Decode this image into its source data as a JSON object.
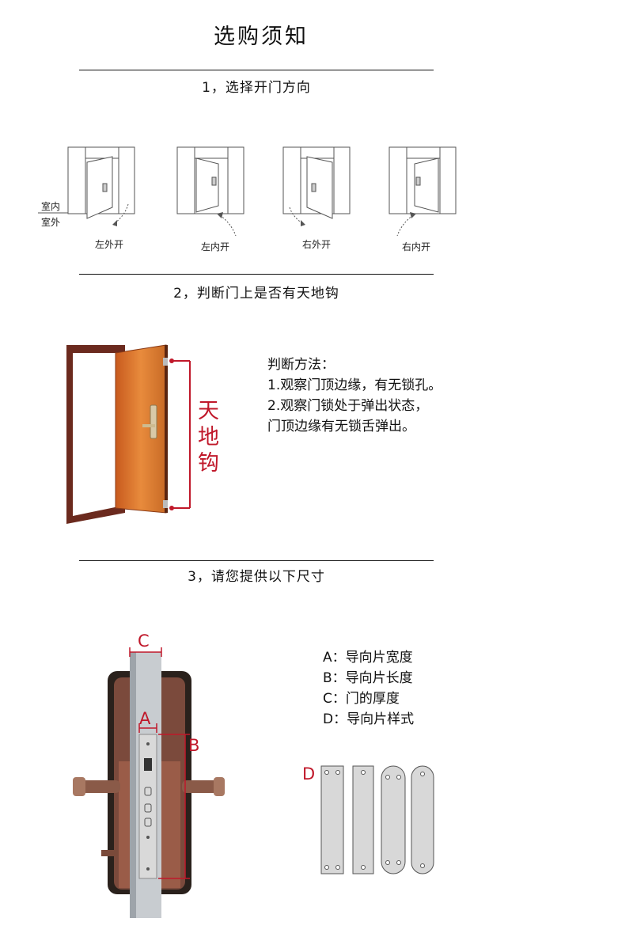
{
  "page_title": "选购须知",
  "section1": {
    "title": "1，选择开门方向",
    "indoor_label": "室内",
    "outdoor_label": "室外",
    "directions": [
      "左外开",
      "左内开",
      "右外开",
      "右内开"
    ]
  },
  "section2": {
    "title": "2，判断门上是否有天地钩",
    "hook_label_chars": [
      "天",
      "地",
      "钩"
    ],
    "method_heading": "判断方法：",
    "method_lines": [
      "1.观察门顶边缘，有无锁孔。",
      "2.观察门锁处于弹出状态，",
      "门顶边缘有无锁舌弹出。"
    ]
  },
  "section3": {
    "title": "3，请您提供以下尺寸",
    "markers": {
      "a": "A",
      "b": "B",
      "c": "C",
      "d": "D"
    },
    "dimensions": [
      "A：导向片宽度",
      "B：导向片长度",
      "C：门的厚度",
      "D：导向片样式"
    ]
  },
  "colors": {
    "accent_red": "#c0182a",
    "door_orange": "#e07a2c",
    "frame_brown": "#6b2a1e"
  }
}
